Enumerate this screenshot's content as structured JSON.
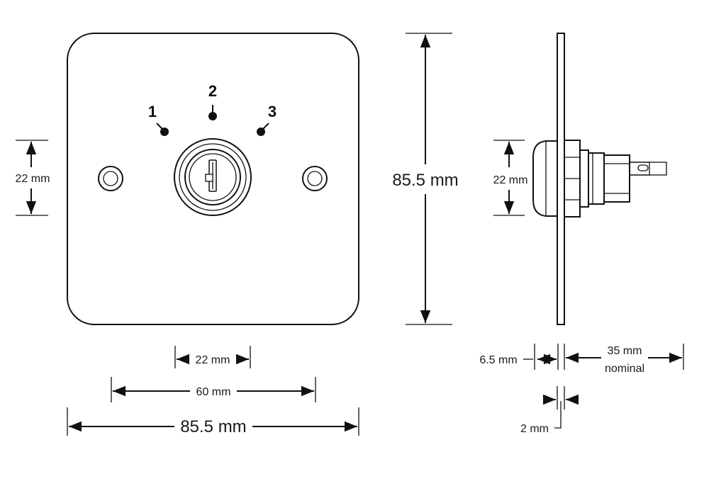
{
  "front_view": {
    "positions": [
      "1",
      "2",
      "3"
    ],
    "dims": {
      "left_height": "22 mm",
      "keyhole_width": "22 mm",
      "hole_spacing": "60 mm",
      "plate_width": "85.5 mm"
    }
  },
  "plate_height": "85.5 mm",
  "side_view": {
    "dims": {
      "body_height": "22 mm",
      "front_projection": "6.5 mm",
      "rear_depth": "35 mm",
      "rear_depth_note": "nominal",
      "plate_thickness": "2 mm"
    }
  },
  "colors": {
    "line": "#111111",
    "background": "#ffffff",
    "fill_grey": "#d9d9d9"
  }
}
